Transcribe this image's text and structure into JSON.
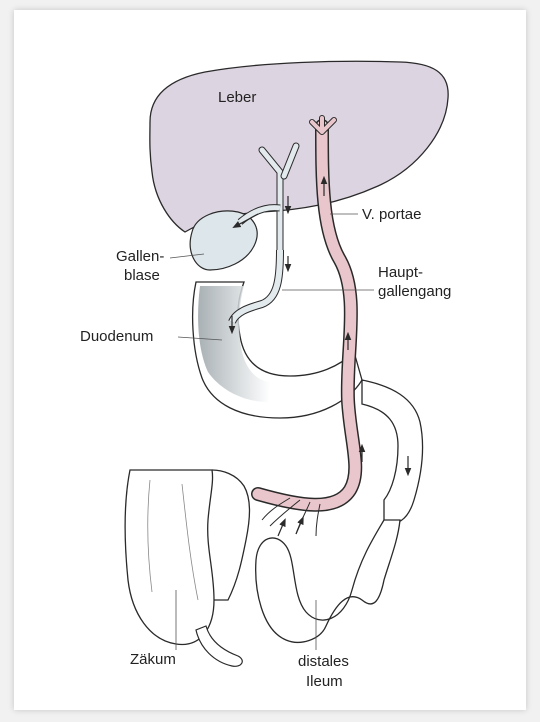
{
  "labels": {
    "leber": "Leber",
    "v_portae": "V. portae",
    "gallenblase_line1": "Gallen-",
    "gallenblase_line2": "blase",
    "hauptgallengang_line1": "Haupt-",
    "hauptgallengang_line2": "gallengang",
    "duodenum": "Duodenum",
    "zaekum": "Zäkum",
    "distales_line1": "distales",
    "distales_line2": "Ileum"
  },
  "colors": {
    "liver": "#ddd4e1",
    "portal_vein": "#e9c6cc",
    "bile_duct": "#e3eaee",
    "gallbladder": "#dde6eb",
    "outline": "#2a2a2a"
  }
}
